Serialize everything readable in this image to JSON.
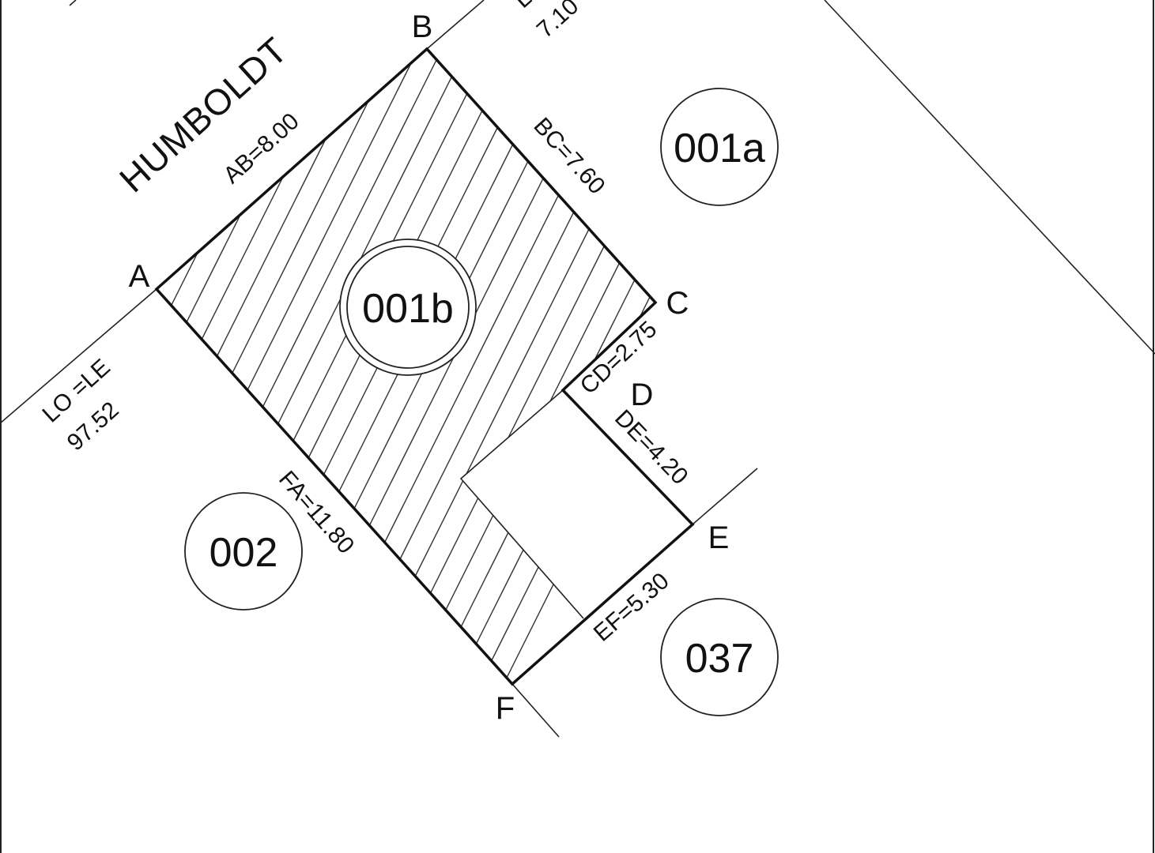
{
  "street_name": "HUMBOLDT",
  "vertices": {
    "A": "A",
    "B": "B",
    "C": "C",
    "D": "D",
    "E": "E",
    "F": "F"
  },
  "dimensions": {
    "ab": "AB=8.00",
    "bc": "BC=7.60",
    "cd": "CD=2.75",
    "de": "DE=4.20",
    "ef": "EF=5.30",
    "fa": "FA=11.80"
  },
  "lo_le": {
    "line1": "LO =LE",
    "line2": "97.52"
  },
  "top_partial": {
    "line1": "L",
    "line2": "7.10"
  },
  "parcels": {
    "main": "001b",
    "north": "001a",
    "west": "002",
    "south": "037"
  }
}
